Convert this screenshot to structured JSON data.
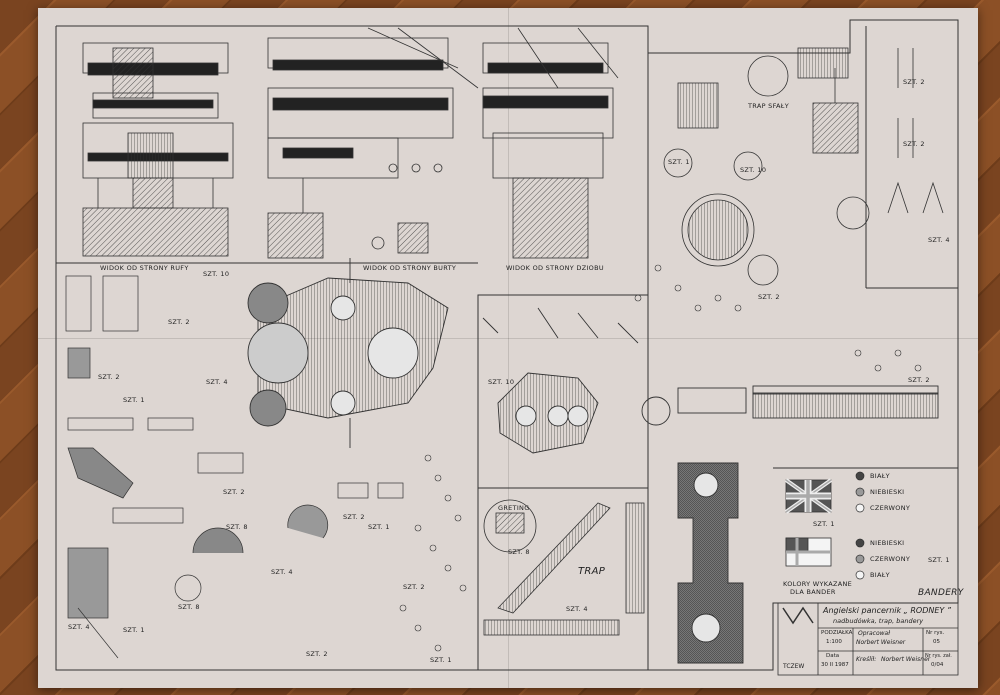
{
  "views": {
    "stern": "WIDOK OD STRONY RUFY",
    "side": "WIDOK OD STRONY BURTY",
    "bow": "WIDOK OD STRONY DZIOBU"
  },
  "labels": {
    "trap_main": "TRAP",
    "trap_stairs": "TRAP SFAŁY",
    "greting": "GRETING",
    "flags": "BANDERY",
    "colors_note_1": "KOLORY WYKAZANE",
    "colors_note_2": "DLA BANDER",
    "szt1": "SZT. 1",
    "szt2": "SZT. 2",
    "szt4": "SZT. 4",
    "szt8": "SZT. 8",
    "szt10": "SZT. 10"
  },
  "legend": [
    {
      "label": "BIAŁY",
      "color": "#f4f4f4"
    },
    {
      "label": "NIEBIESKI",
      "color": "#555555"
    },
    {
      "label": "CZERWONY",
      "color": "#a8a8a8"
    }
  ],
  "legend2": [
    {
      "label": "NIEBIESKI",
      "color": "#555555"
    },
    {
      "label": "CZERWONY",
      "color": "#a8a8a8"
    },
    {
      "label": "BIAŁY",
      "color": "#f4f4f4"
    }
  ],
  "title_block": {
    "title": "Angielski pancernik „ RODNEY ”",
    "subtitle": "nadbudówka, trap, bandery",
    "scale_label": "PODZIAŁKA",
    "scale_value": "1:100",
    "sheet_label": "Nr rys.",
    "sheet_value": "05",
    "author_label": "Opracował",
    "author": "Norbert Weisner",
    "drawn_label": "Kreślił:",
    "drawn_by": "Norbert Weisner",
    "date_label": "Data",
    "date_value": "30 II 1987",
    "place": "TCZEW",
    "code_label": "Nr rys. zał.",
    "code_value": "0/04"
  }
}
